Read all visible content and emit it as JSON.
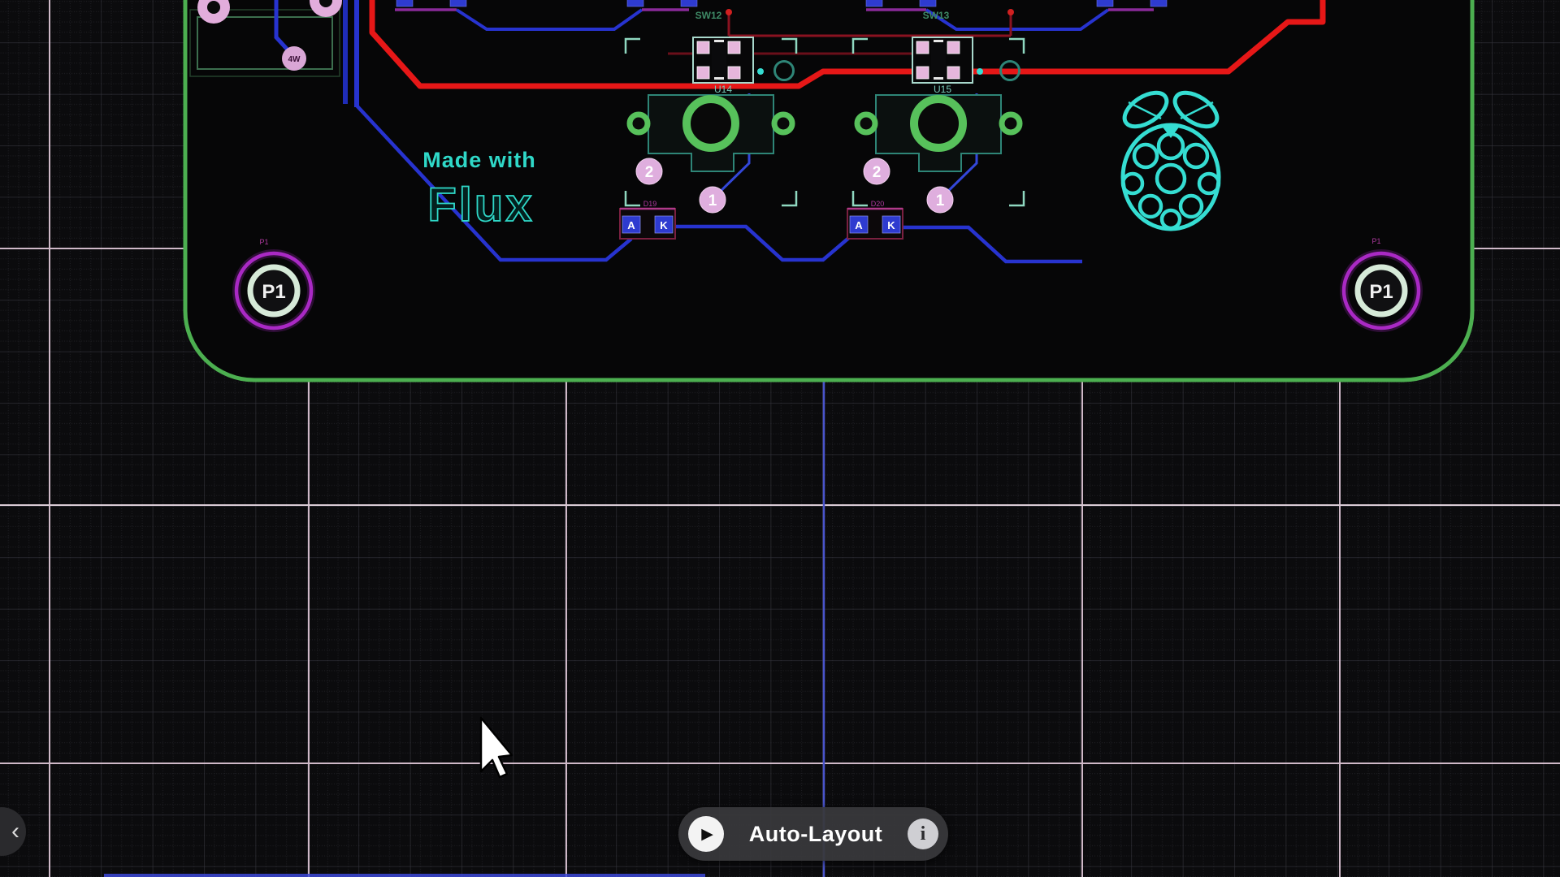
{
  "board": {
    "refs": {
      "sw12": "SW12",
      "sw13": "SW13",
      "u14": "U14",
      "u15": "U15",
      "led1": "D19",
      "led2": "D20"
    },
    "pads": {
      "one": "1",
      "two": "2",
      "anode": "A",
      "cathode": "K",
      "via": "4W"
    },
    "holes": {
      "left": "P1",
      "left_label": "P1",
      "right": "P1",
      "right_label": "P1"
    },
    "silkscreen": {
      "made_with": "Made with",
      "flux": "Flux"
    }
  },
  "toolbar": {
    "auto_layout": "Auto-Layout",
    "play": "▶",
    "info": "i"
  },
  "panel": {
    "collapse": "‹"
  },
  "colors": {
    "board_outline": "#4caf50",
    "trace_red": "#e61717",
    "trace_blue": "#2733cf",
    "silk_cyan": "#2fd8c8",
    "logo_cyan": "#35ddd2",
    "pad_pink": "#e2addc",
    "ring_green": "#57c15b",
    "hole_magenta": "#a929c4",
    "grid_pink": "#d9c2d2",
    "grid_blue": "#4d58d6",
    "led_pad_blue": "#2e3bd0"
  }
}
